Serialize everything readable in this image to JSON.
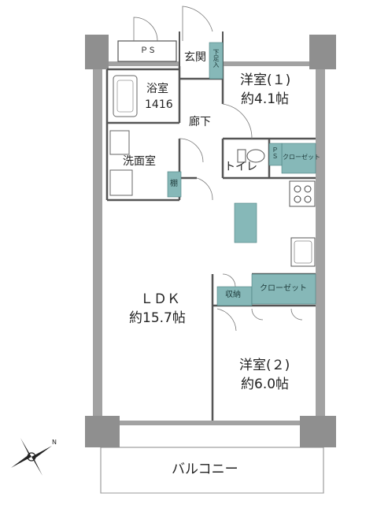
{
  "rooms": {
    "ps_top": "ＰＳ",
    "genkan": "玄関",
    "shitasoku": "下足入",
    "bath_name": "浴室",
    "bath_size": "1416",
    "corridor": "廊下",
    "western1_name": "洋室(１)",
    "western1_size": "約4.1帖",
    "washroom": "洗面室",
    "storage_tana": "棚",
    "toilet": "トイレ",
    "ps_small": "ＰＳ",
    "closet1": "クローゼット",
    "ldk_name": "ＬＤＫ",
    "ldk_size": "約15.7帖",
    "shuno": "収納",
    "closet2": "クローゼット",
    "western2_name": "洋室(２)",
    "western2_size": "約6.0帖",
    "balcony": "バルコニー"
  },
  "compass": {
    "north": "N"
  },
  "colors": {
    "wall": "#9a9a9a",
    "teal": "#86b8b8",
    "line": "#555555"
  }
}
